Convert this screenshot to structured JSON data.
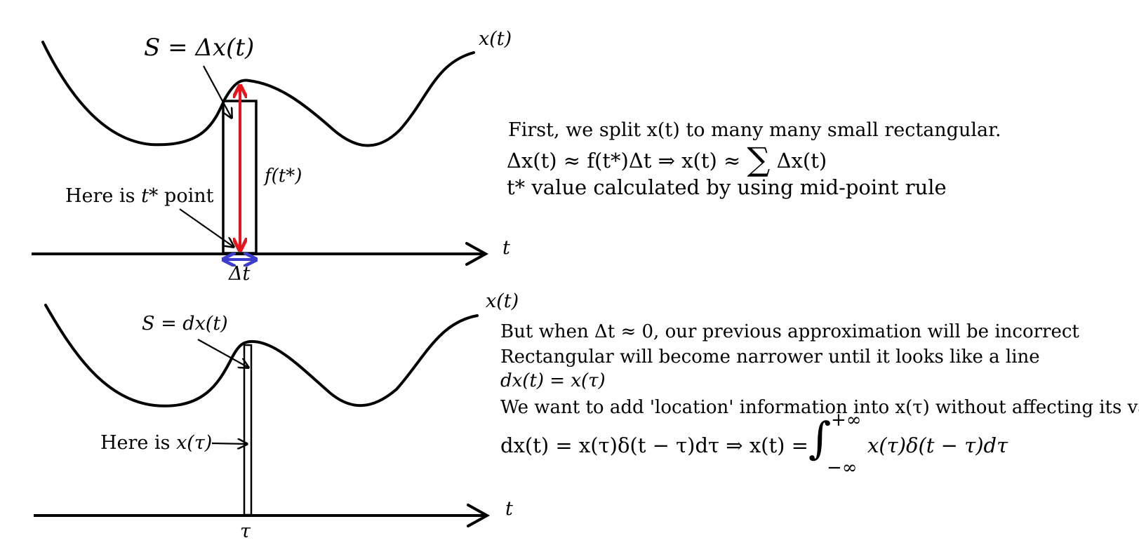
{
  "top_panel": {
    "curve_label": "x(t)",
    "area_label": "S = Δx(t)",
    "height_label": "f(t*)",
    "point_label_prefix": "Here is",
    "point_label_var": "t*",
    "point_label_suffix": "point",
    "axis_label": "t",
    "width_label": "Δt"
  },
  "bottom_panel": {
    "curve_label": "x(t)",
    "area_label": "S = dx(t)",
    "point_label_prefix": "Here is",
    "point_label_var": "x(τ)",
    "axis_label": "t",
    "tick_label": "τ"
  },
  "notes_top": {
    "line1": "First, we split x(t) to many many small rectangular.",
    "line2_left": "Δx(t) ≈ f(t*)Δt ⇒ x(t) ≈",
    "line2_sigma": "∑",
    "line2_right": "Δx(t)",
    "line3": "t* value calculated by using mid-point rule"
  },
  "notes_bottom": {
    "line1": "But when Δt ≈ 0, our previous approximation will be incorrect",
    "line2": "Rectangular will become narrower until it looks like a line",
    "line3": "dx(t) = x(τ)",
    "line4": "We want to add 'location' information into x(τ) without affecting its value",
    "line5_left": "dx(t) = x(τ)δ(t − τ)dτ ⇒ x(t) =",
    "integral_sign": "∫",
    "integral_upper": "+∞",
    "integral_lower": "−∞",
    "line5_right": "x(τ)δ(t − τ)dτ"
  },
  "colors": {
    "ink": "#000000",
    "red_arrow": "#e8141b",
    "blue_arrow": "#3c3ccf"
  }
}
